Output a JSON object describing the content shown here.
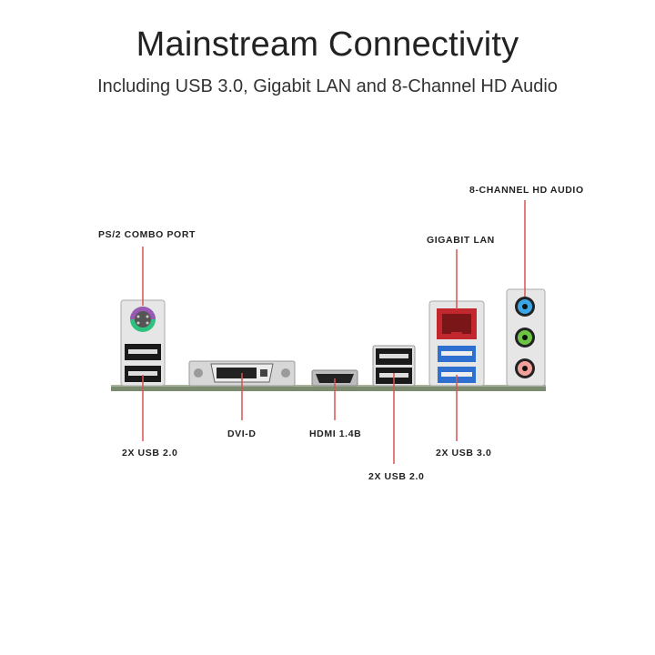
{
  "header": {
    "title": "Mainstream Connectivity",
    "subtitle": "Including USB 3.0, Gigabit LAN and 8-Channel HD Audio"
  },
  "ports": {
    "ps2": "PS/2 COMBO PORT",
    "usb20_left": "2X USB 2.0",
    "dvi": "DVI-D",
    "hdmi": "HDMI 1.4B",
    "usb20_mid": "2X USB 2.0",
    "lan": "GIGABIT LAN",
    "usb30": "2X USB 3.0",
    "audio": "8-CHANNEL HD AUDIO"
  },
  "colors": {
    "pointer": "#d9534f",
    "usb3_blue": "#2f6fd0",
    "lan_red": "#c1272d",
    "ps2_purple": "#9b59b6",
    "ps2_green": "#2ec27e",
    "audio_blue": "#3aa6e8",
    "audio_green": "#6cc644",
    "audio_pink": "#f2a19a"
  }
}
